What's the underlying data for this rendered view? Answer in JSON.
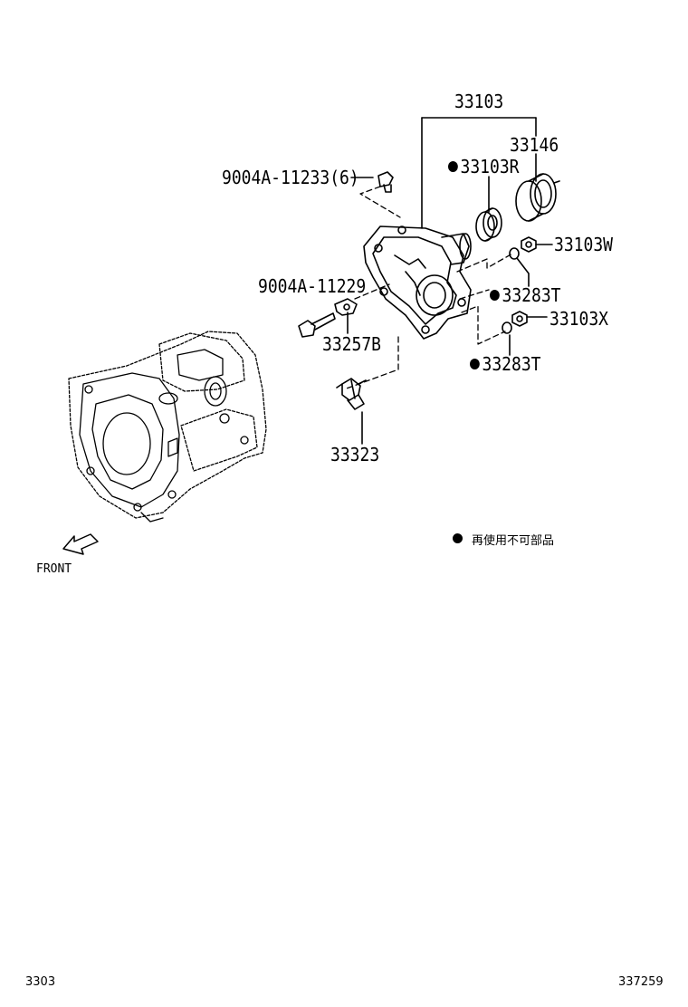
{
  "parts": {
    "p33103": "33103",
    "p33146": "33146",
    "p33103R": "33103R",
    "p9004A_11233": "9004A-11233(6)",
    "p33103W": "33103W",
    "p9004A_11229": "9004A-11229",
    "p33283T_a": "33283T",
    "p33103X": "33103X",
    "p33257B": "33257B",
    "p33283T_b": "33283T",
    "p33323": "33323"
  },
  "direction_label": "FRONT",
  "legend_text": "再使用不可部品",
  "footer": {
    "page_code": "3303",
    "figure_number": "337259"
  },
  "colors": {
    "ink": "#000000",
    "background": "#ffffff"
  }
}
